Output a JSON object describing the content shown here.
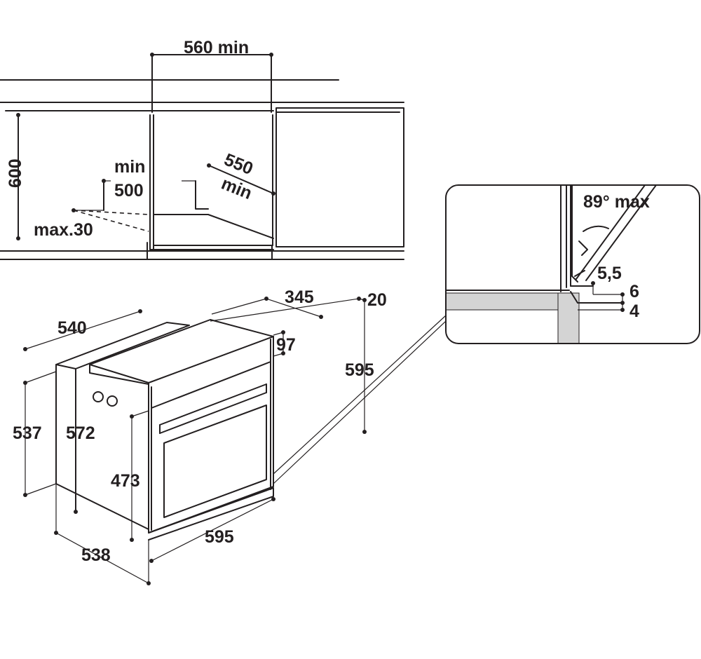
{
  "cabinet": {
    "width_label": "560 min",
    "height_label": "600",
    "depth_label_top": "550",
    "depth_label_bottom": "min",
    "vent_label_top": "min",
    "vent_label_bottom": "500",
    "gap_label": "max.30"
  },
  "oven": {
    "total_depth_label": "540",
    "door_depth_label": "345",
    "frame_label": "20",
    "control_label": "97",
    "front_height_label": "595",
    "body_height_label": "537",
    "inner_height_label": "572",
    "door_height_label": "473",
    "front_width_label": "595",
    "body_width_label": "538"
  },
  "detail": {
    "angle_label": "89° max",
    "gap_a_label": "5,5",
    "gap_b_label": "6",
    "gap_c_label": "4"
  }
}
